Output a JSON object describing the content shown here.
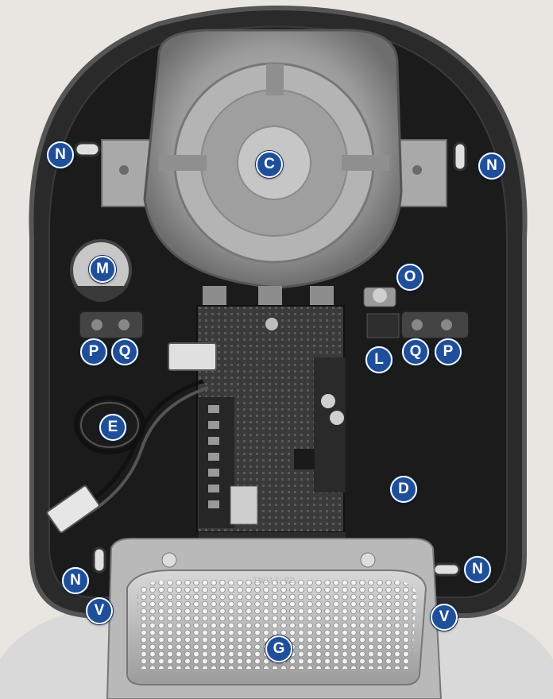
{
  "colors": {
    "badge_fill": "#1f4f9a",
    "badge_text": "#ffffff",
    "housing": "#1c1c1c"
  },
  "callouts": {
    "n_top_left": "N",
    "c_center": "C",
    "n_top_right": "N",
    "m_left": "M",
    "o_right": "O",
    "p_left": "P",
    "q_left": "Q",
    "l_right": "L",
    "q_right": "Q",
    "p_right": "P",
    "e_left": "E",
    "d_right": "D",
    "n_bottom_left": "N",
    "n_bottom_right": "N",
    "v_left": "V",
    "v_right": "V",
    "g_bottom": "G"
  },
  "board_print": {
    "pcb_code": "IN017-R2"
  }
}
